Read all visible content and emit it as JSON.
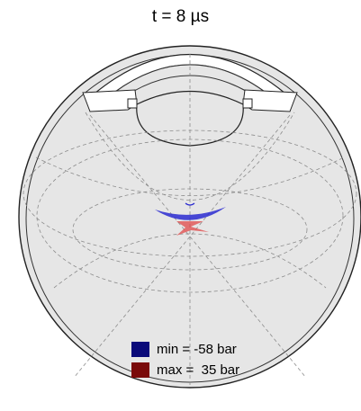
{
  "title": "t = 8 µs",
  "colors": {
    "min": "#0a0a7a",
    "max": "#7a0a0a",
    "negative_pressure": "#2a2ad0",
    "positive_pressure": "#e04848",
    "eye_fill": "#e6e6e6",
    "outline": "#222222",
    "grid": "#8c8c8c"
  },
  "legend": {
    "min_label": "min = -58 bar",
    "max_label": "max =  35 bar"
  }
}
